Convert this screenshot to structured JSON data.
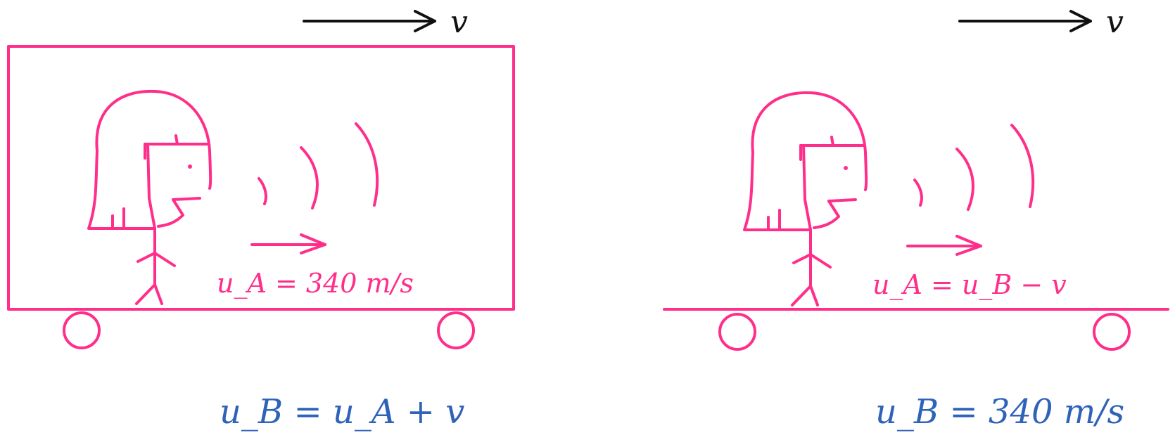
{
  "colors": {
    "drawing": "#ff2e8a",
    "equation": "#2f62b9",
    "arrow": "#111111",
    "background": "#ffffff"
  },
  "left_panel": {
    "velocity_symbol": "v",
    "sound_velocity_label": "u_A = 340 m/s",
    "result_equation": "u_B = u_A + v"
  },
  "right_panel": {
    "velocity_symbol": "v",
    "sound_velocity_label": "u_A = u_B − v",
    "result_equation": "u_B = 340 m/s"
  }
}
